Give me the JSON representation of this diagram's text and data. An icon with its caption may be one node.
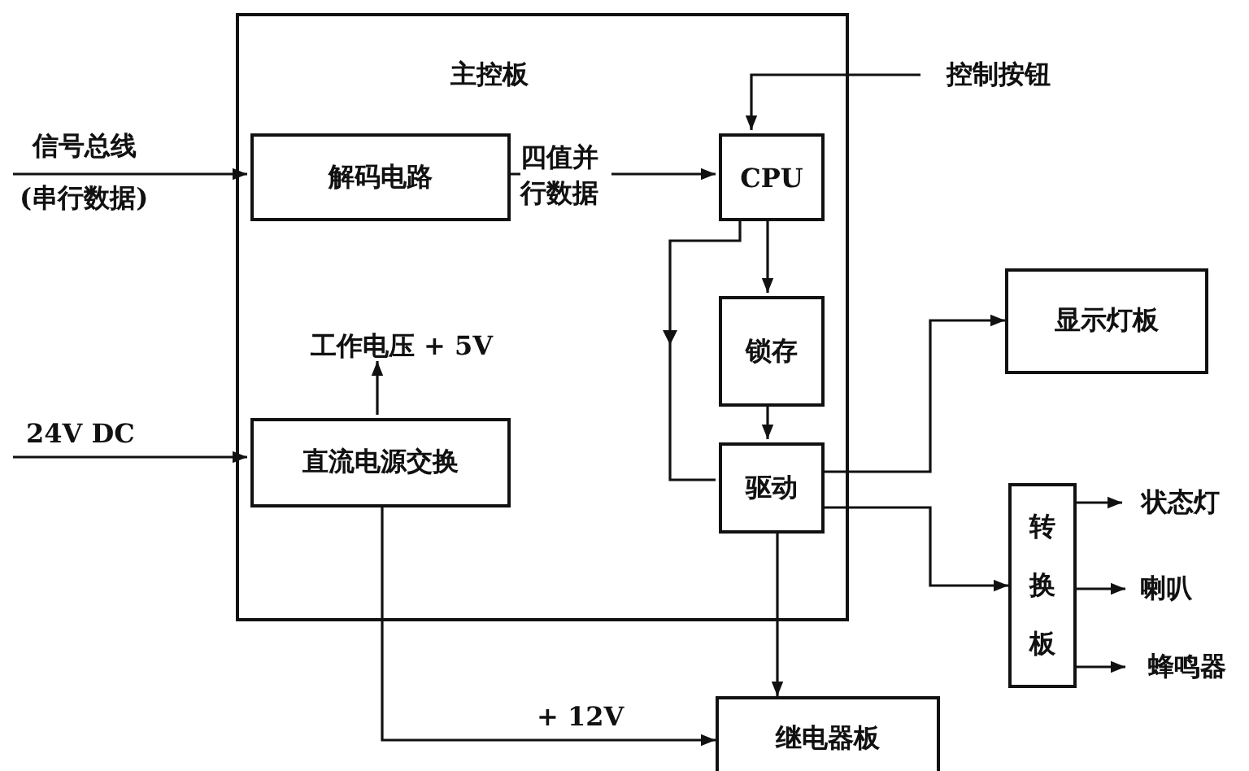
{
  "diagram": {
    "nodes": [
      {
        "text": [
          "主控板"
        ]
      },
      {
        "text": [
          "解码电路"
        ],
        "in": 0
      },
      {
        "text": [
          "CPU"
        ],
        "in": 0
      },
      {
        "text": [
          "锁存"
        ],
        "in": 0
      },
      {
        "text": [
          "驱动"
        ],
        "in": 0
      },
      {
        "text": [
          "直流电源交换"
        ],
        "in": 0
      },
      {
        "text": [
          "工作电压 + 5V"
        ],
        "in": 0
      },
      {
        "text": [
          "控制按钮"
        ]
      },
      {
        "text": [
          "显示灯板"
        ]
      },
      {
        "text": [
          "转换板"
        ]
      },
      {
        "text": [
          "状态灯"
        ]
      },
      {
        "text": [
          "喇叭"
        ]
      },
      {
        "text": [
          "蜂鸣器"
        ]
      },
      {
        "text": [
          "继电器板"
        ]
      }
    ],
    "edges": [
      {
        "from": null,
        "to": 1,
        "arrow": "to"
      },
      {
        "from": 1,
        "to": 2,
        "arrow": "to",
        "label": "四值并行数据"
      },
      {
        "from": 2,
        "to": 3,
        "arrow": "to"
      },
      {
        "from": 2,
        "to": 4,
        "arrow": "to"
      },
      {
        "from": 3,
        "to": 4,
        "arrow": "to"
      },
      {
        "from": 4,
        "to": 8,
        "arrow": "to"
      },
      {
        "from": 4,
        "to": 9,
        "arrow": "to"
      },
      {
        "from": 4,
        "to": 13,
        "arrow": "to"
      },
      {
        "from": 5,
        "to": 13,
        "arrow": "to",
        "label": "+ 12V"
      },
      {
        "from": null,
        "to": 5,
        "arrow": "to",
        "label": "24V DC"
      },
      {
        "from": 5,
        "to": 6,
        "arrow": "to"
      },
      {
        "from": 7,
        "to": 2,
        "arrow": "to"
      },
      {
        "from": 9,
        "to": 10,
        "arrow": "to"
      },
      {
        "from": 9,
        "to": 11,
        "arrow": "to"
      },
      {
        "from": 9,
        "to": 12,
        "arrow": "to"
      }
    ],
    "labels": [
      "信号总线",
      "(串行数据)"
    ]
  }
}
